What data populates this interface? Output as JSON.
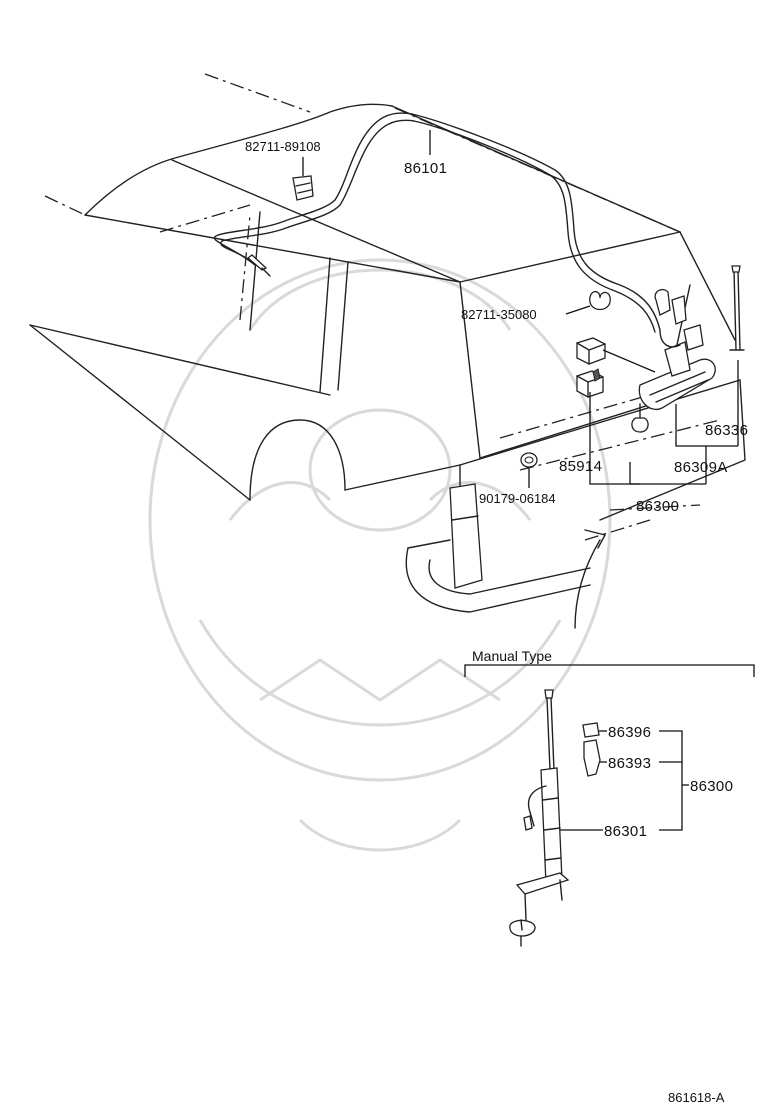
{
  "labels": {
    "p82711_89108": "82711-89108",
    "p86101": "86101",
    "p82711_35080": "82711-35080",
    "p86336": "86336",
    "p85914": "85914",
    "p86309A": "86309A",
    "p90179_06184": "90179-06184",
    "p86300_upper": "86300",
    "manual_type": "Manual Type",
    "p86396": "86396",
    "p86393": "86393",
    "p86300_lower": "86300",
    "p86301": "86301",
    "diagram_code": "861618-A"
  }
}
